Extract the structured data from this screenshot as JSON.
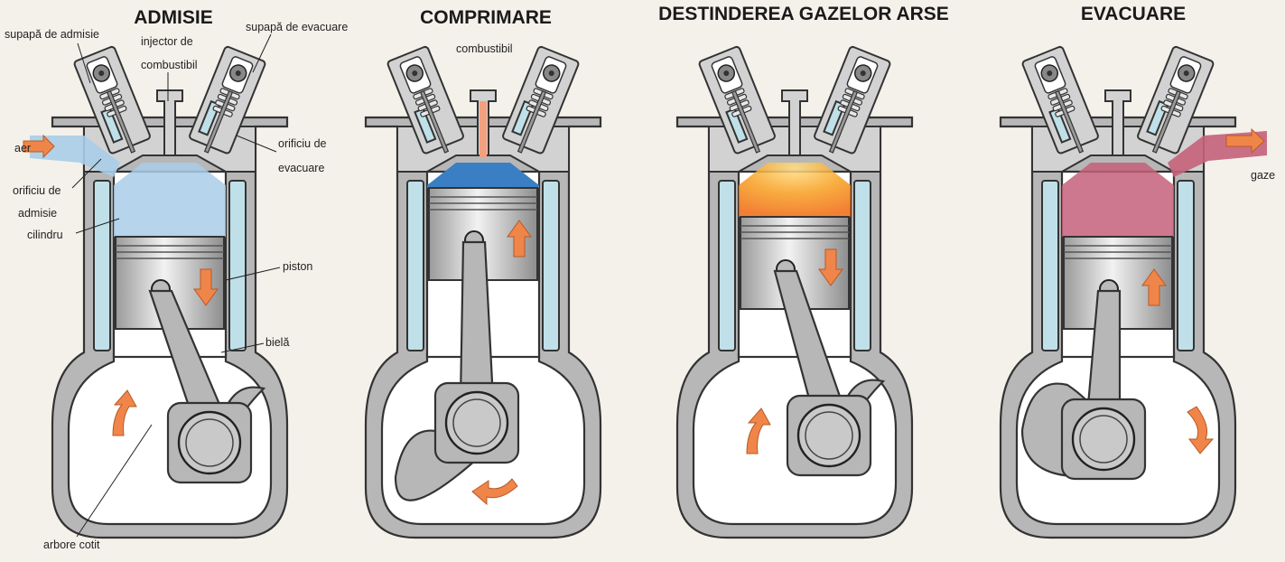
{
  "stages": [
    {
      "title": "ADMISIE",
      "piston_motion": "down",
      "crank_rotation": "clockwise",
      "chamber_fill": "#a9cde8"
    },
    {
      "title": "COMPRIMARE",
      "piston_motion": "up",
      "crank_rotation": "clockwise",
      "chamber_fill": "#3a7fc4"
    },
    {
      "title": "DESTINDEREA GAZELOR ARSE",
      "piston_motion": "down",
      "crank_rotation": "clockwise",
      "chamber_fill": "#f7a020"
    },
    {
      "title": "EVACUARE",
      "piston_motion": "up",
      "crank_rotation": "clockwise",
      "chamber_fill": "#c4607a"
    }
  ],
  "labels": {
    "intake_valve": "supapă de admisie",
    "injector_line1": "injector de",
    "injector_line2": "combustibil",
    "exhaust_valve": "supapă de evacuare",
    "air": "aer",
    "exhaust_port_line1": "orificiu de",
    "exhaust_port_line2": "evacuare",
    "intake_port_line1": "orificiu de",
    "intake_port_line2": "admisie",
    "cylinder": "cilindru",
    "piston": "piston",
    "connecting_rod": "bielă",
    "crankshaft": "arbore cotit",
    "fuel": "combustibil",
    "gases": "gaze"
  }
}
